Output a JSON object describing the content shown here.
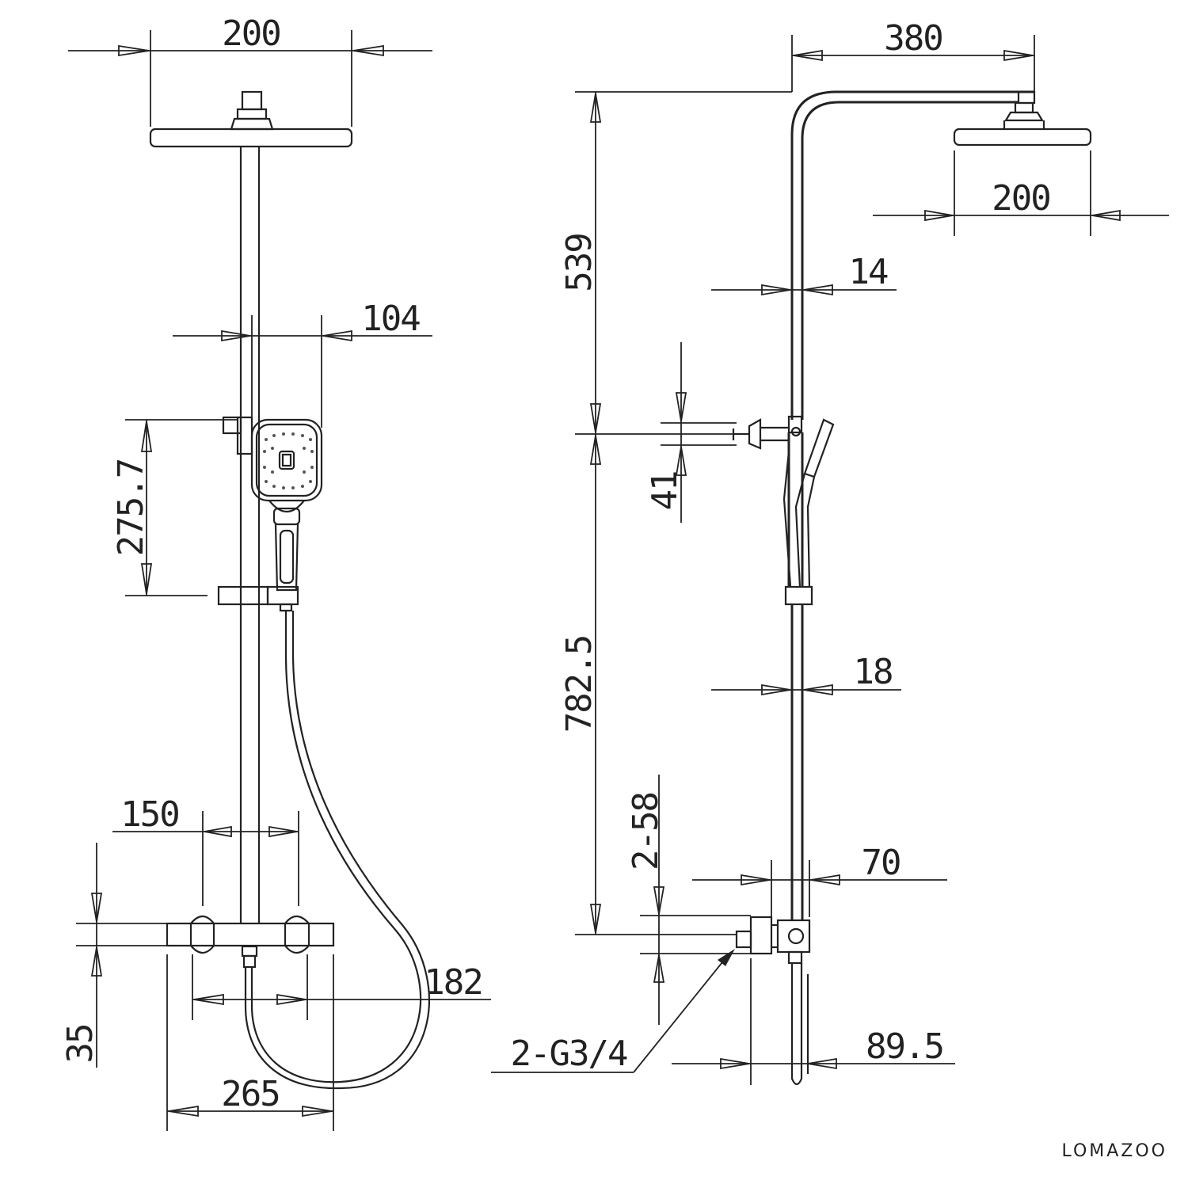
{
  "brand": "LOMAZOO",
  "front_view": {
    "head_width": "200",
    "handheld_offset": "104",
    "handheld_height": "275.7",
    "inlet_spacing": "150",
    "body_length_inner": "182",
    "body_length": "265",
    "body_height": "35"
  },
  "side_view": {
    "arm_projection": "380",
    "head_width": "200",
    "upper_height": "539",
    "upper_pipe_diameter": "14",
    "bracket_size": "41",
    "lower_height": "782.5",
    "lower_pipe_diameter": "18",
    "inlet_size": "2-58",
    "connection_spec": "2-G3/4",
    "inlet_depth": "70",
    "wall_distance": "89.5"
  }
}
